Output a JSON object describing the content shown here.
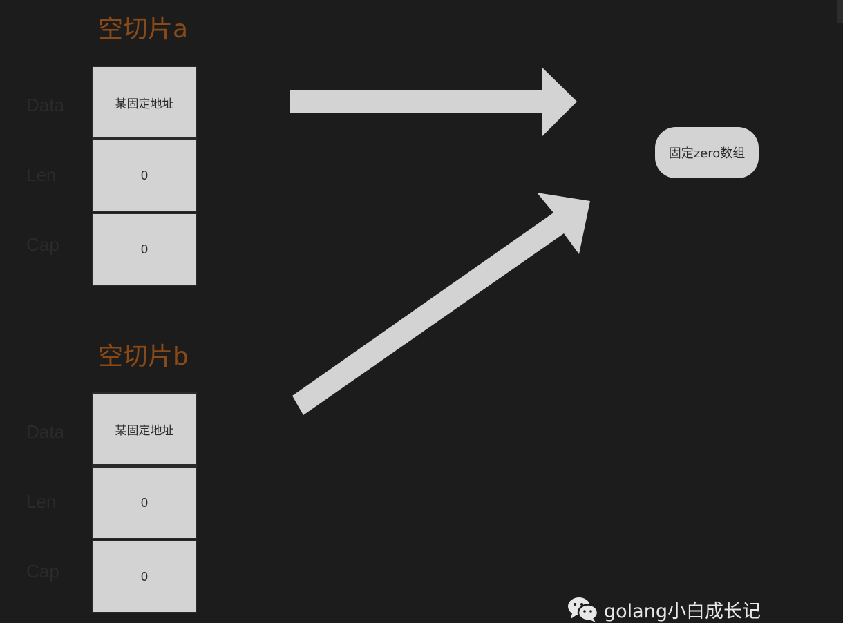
{
  "colors": {
    "background": "#1c1c1c",
    "title": "#8a4a18",
    "label": "#2a2a2a",
    "cell_fill": "#d3d3d3",
    "arrow_fill": "#d3d3d3",
    "watermark": "#e8e8e8"
  },
  "slice_a": {
    "title": "空切片a",
    "labels": {
      "data": "Data",
      "len": "Len",
      "cap": "Cap"
    },
    "cells": {
      "data": "某固定地址",
      "len": "0",
      "cap": "0"
    }
  },
  "slice_b": {
    "title": "空切片b",
    "labels": {
      "data": "Data",
      "len": "Len",
      "cap": "Cap"
    },
    "cells": {
      "data": "某固定地址",
      "len": "0",
      "cap": "0"
    }
  },
  "target": {
    "label": "固定zero数组"
  },
  "watermark": {
    "icon": "wechat-icon",
    "text": "golang小白成长记"
  }
}
